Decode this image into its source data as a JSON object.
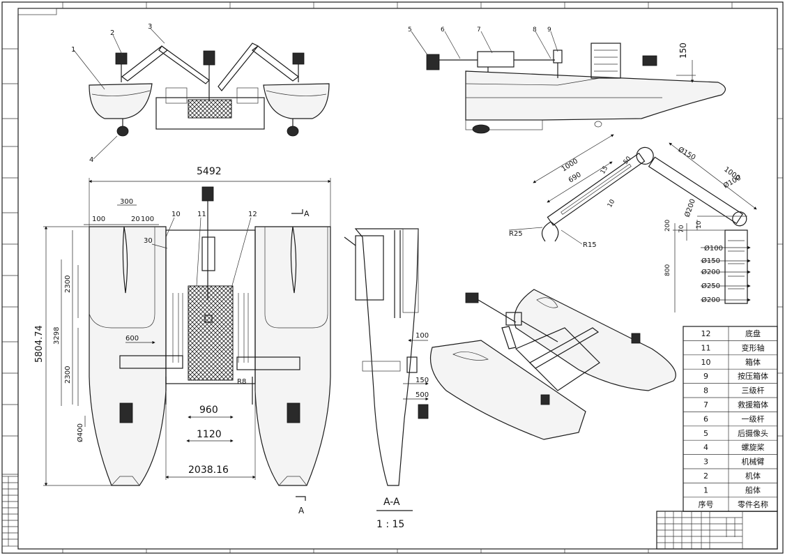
{
  "drawing": {
    "top_view_labels": [
      "1",
      "2",
      "3",
      "4"
    ],
    "side_view_labels": [
      "5",
      "6",
      "7",
      "8",
      "9"
    ],
    "side_height_dim": "150",
    "arm_dims": {
      "len1": "1000",
      "len2": "690",
      "len3": "1000",
      "ang1": "15",
      "ang2": "50",
      "ang3": "10",
      "dia1": "Ø150",
      "dia2": "Ø100",
      "dia3": "Ø200",
      "r25": "R25",
      "r15": "R15"
    },
    "box_dims": {
      "d100": "Ø100",
      "d150": "Ø150",
      "d200a": "Ø200",
      "d250": "Ø250",
      "d200b": "Ø200",
      "h200": "200",
      "h70": "70",
      "h10": "10",
      "h800": "800"
    },
    "plan_view": {
      "width": "5492",
      "d300": "300",
      "d100": "100",
      "d20": "20",
      "d100b": "100",
      "d30": "30",
      "l10": "10",
      "l11": "11",
      "l12": "12",
      "section_mark": "A",
      "length": "5804.74",
      "d3298": "3298",
      "d2300a": "2300",
      "d2300b": "2300",
      "d600": "600",
      "dia400": "Ø400",
      "r8": "R8",
      "w960": "960",
      "w1120": "1120",
      "w2038": "2038.16"
    },
    "section_view": {
      "title": "A-A",
      "scale": "1 : 15",
      "d100": "100",
      "d150": "150",
      "d500": "500"
    }
  },
  "parts_table": {
    "header": {
      "no": "序号",
      "name": "零件名称"
    },
    "rows": [
      {
        "no": "12",
        "name": "底盘"
      },
      {
        "no": "11",
        "name": "变形轴"
      },
      {
        "no": "10",
        "name": "箱体"
      },
      {
        "no": "9",
        "name": "按压箱体"
      },
      {
        "no": "8",
        "name": "三级杆"
      },
      {
        "no": "7",
        "name": "救援箱体"
      },
      {
        "no": "6",
        "name": "一级杆"
      },
      {
        "no": "5",
        "name": "后摄像头"
      },
      {
        "no": "4",
        "name": "螺旋桨"
      },
      {
        "no": "3",
        "name": "机械臂"
      },
      {
        "no": "2",
        "name": "机体"
      },
      {
        "no": "1",
        "name": "船体"
      }
    ]
  }
}
